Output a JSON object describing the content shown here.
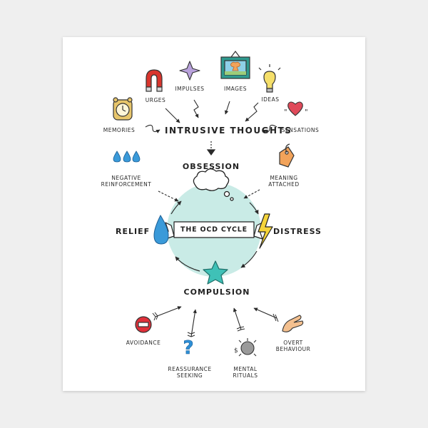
{
  "title": "Intrusive Thoughts",
  "center": "The OCD Cycle",
  "stages": {
    "obsession": "Obsession",
    "distress": "Distress",
    "compulsion": "Compulsion",
    "relief": "Relief"
  },
  "transitions": {
    "meaning_attached": [
      "Meaning",
      "Attached"
    ],
    "negative_reinforcement": [
      "Negative",
      "Reinforcement"
    ]
  },
  "sources": {
    "memories": "Memories",
    "urges": "Urges",
    "impulses": "Impulses",
    "images": "Images",
    "ideas": "Ideas",
    "sensations": "Sensations"
  },
  "compulsion_types": {
    "avoidance": "Avoidance",
    "reassurance_seeking": [
      "Reassurance",
      "Seeking"
    ],
    "mental_rituals": [
      "Mental",
      "Rituals"
    ],
    "overt_behaviour": [
      "Overt",
      "Behaviour"
    ]
  },
  "colors": {
    "center_circle": "#bfe7e2",
    "star": "#3fc1b7",
    "drop": "#3a9ad9",
    "lightning": "#f5d43a",
    "magnet": "#d9352d",
    "heart": "#e04a5a",
    "tag": "#f2a35a",
    "sign": "#e0303a",
    "question": "#2e8fd6",
    "hand": "#f4c08f",
    "frame": "#2f9a8f"
  },
  "icons": [
    "clock-icon",
    "magnet-icon",
    "sparkle-icon",
    "framed-picture-icon",
    "lightbulb-icon",
    "heart-icon",
    "water-drops-icon",
    "price-tag-icon",
    "thought-cloud-icon",
    "drop-icon",
    "lightning-icon",
    "star-icon",
    "no-entry-icon",
    "question-mark-icon",
    "brain-icon",
    "hand-icon"
  ]
}
